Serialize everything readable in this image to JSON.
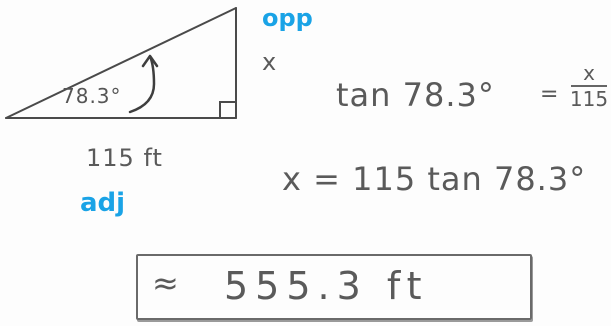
{
  "labels": {
    "opp": "opp",
    "adj": "adj",
    "x_side": "x",
    "angle": "78.3°",
    "base": "115 ft"
  },
  "equations": {
    "eq1_left": "tan 78.3°",
    "eq1_equals": "=",
    "eq1_numerator": "x",
    "eq1_denominator": "115",
    "eq2": "x = 115 tan 78.3°"
  },
  "answer": {
    "approx_symbol": "≈",
    "value": "555.3 ft"
  },
  "colors": {
    "ink": "#5a5a5a",
    "highlight": "#1aa3e6"
  },
  "icons": {
    "approx": "approx-icon",
    "right_angle": "right-angle-icon",
    "angle_arrow": "angle-arrow-icon"
  }
}
